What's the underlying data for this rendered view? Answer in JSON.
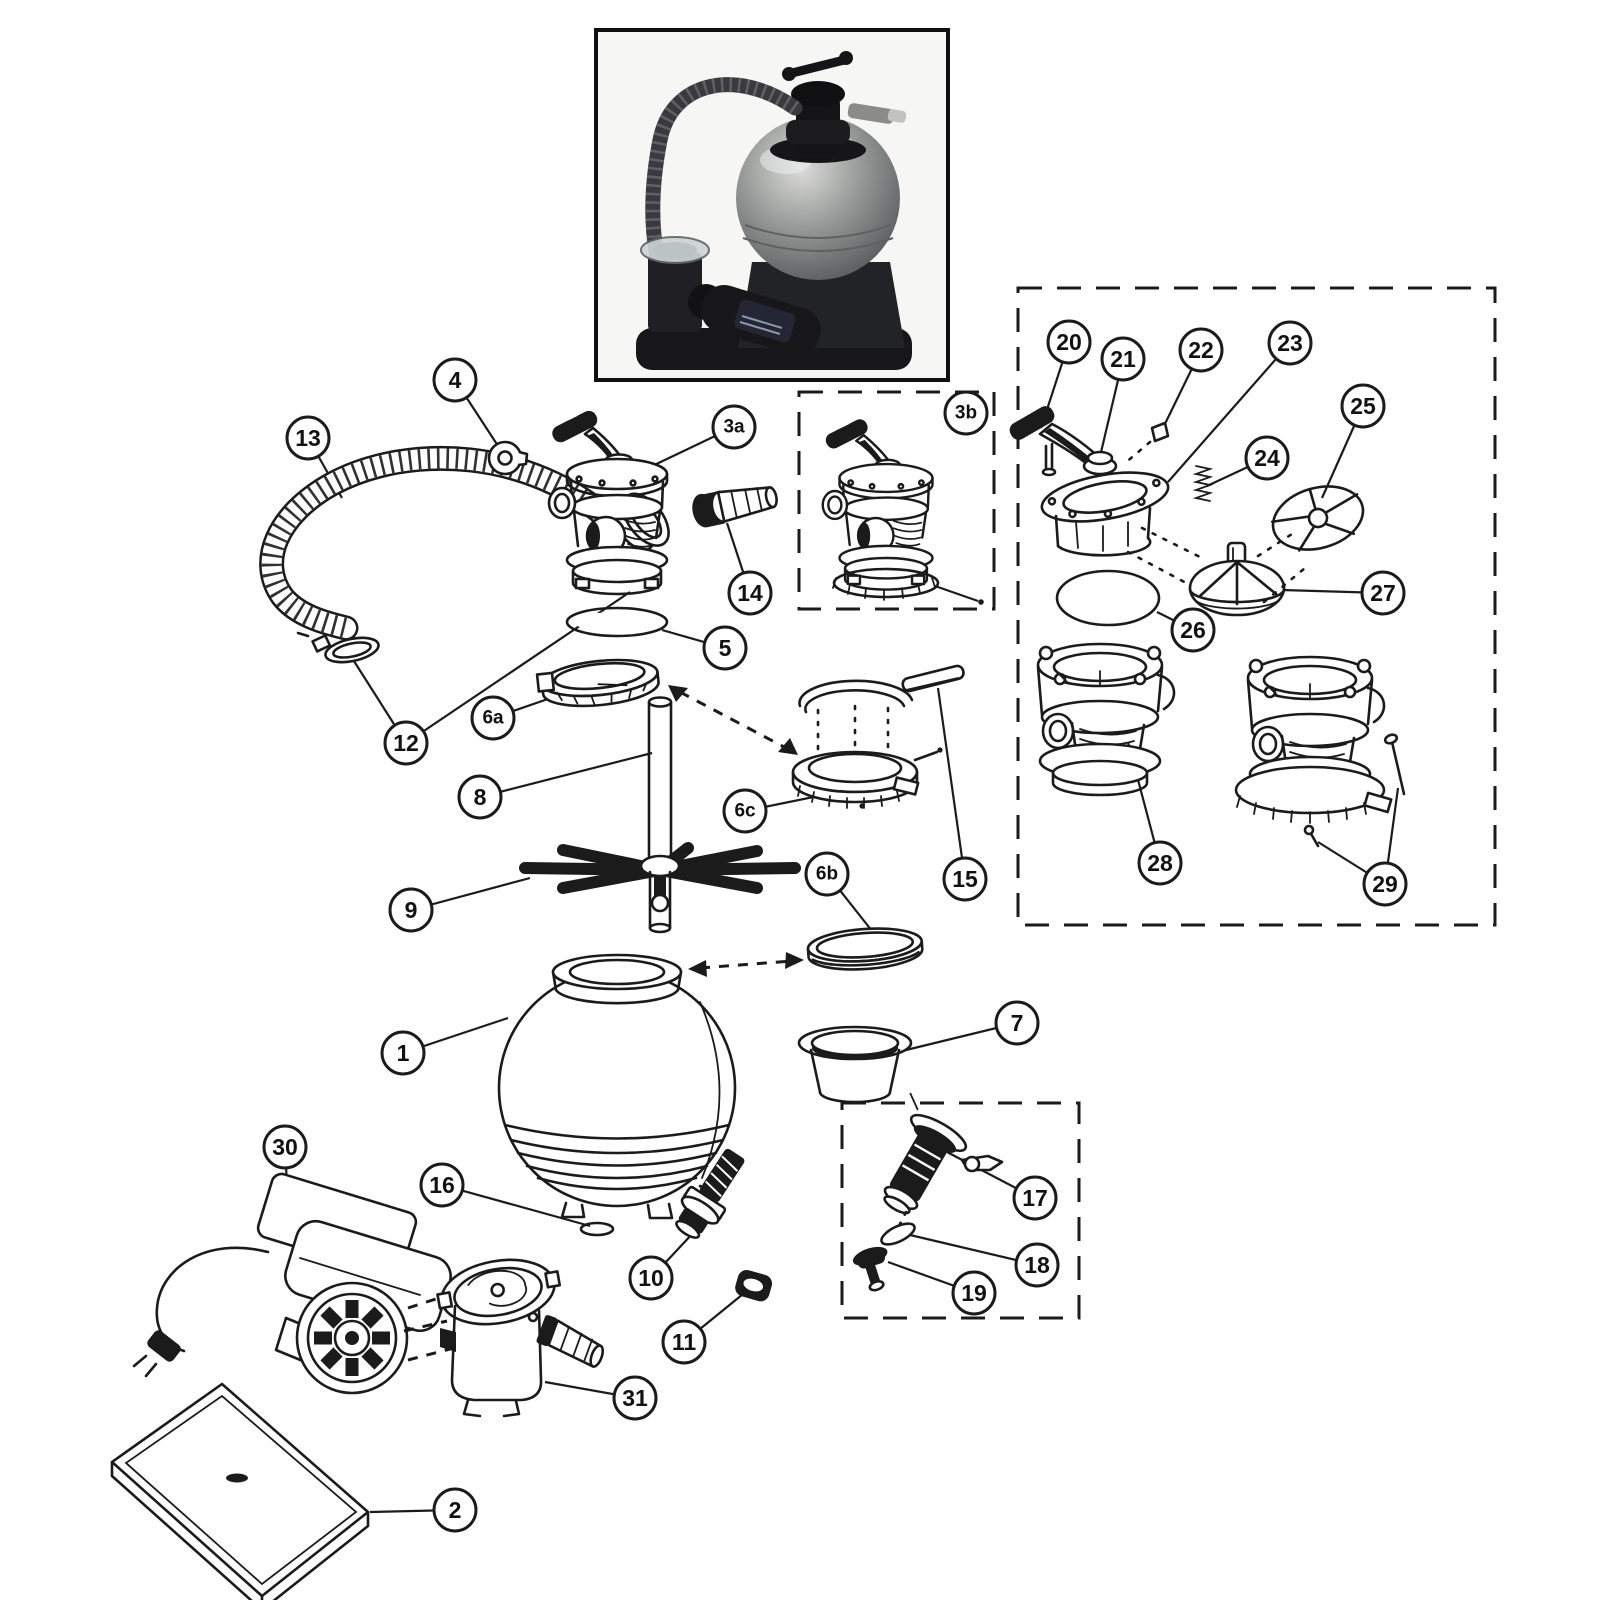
{
  "figure": {
    "type": "exploded-parts-diagram",
    "subject": "sand filter system parts diagram",
    "background": "#ffffff",
    "ink": "#1b1b1b"
  },
  "photo": {
    "bg": "#f6f6f4",
    "tank_gray": "#85898a",
    "equipment_black": "#17171a",
    "label_blue": "#a9d6e8"
  },
  "callouts": {
    "items": [
      {
        "label": "1"
      },
      {
        "label": "2"
      },
      {
        "label": "3a"
      },
      {
        "label": "3b"
      },
      {
        "label": "4"
      },
      {
        "label": "5"
      },
      {
        "label": "6a"
      },
      {
        "label": "6b"
      },
      {
        "label": "6c"
      },
      {
        "label": "7"
      },
      {
        "label": "8"
      },
      {
        "label": "9"
      },
      {
        "label": "10"
      },
      {
        "label": "11"
      },
      {
        "label": "12"
      },
      {
        "label": "13"
      },
      {
        "label": "14"
      },
      {
        "label": "15"
      },
      {
        "label": "16"
      },
      {
        "label": "17"
      },
      {
        "label": "18"
      },
      {
        "label": "19"
      },
      {
        "label": "20"
      },
      {
        "label": "21"
      },
      {
        "label": "22"
      },
      {
        "label": "23"
      },
      {
        "label": "24"
      },
      {
        "label": "25"
      },
      {
        "label": "26"
      },
      {
        "label": "27"
      },
      {
        "label": "28"
      },
      {
        "label": "29"
      },
      {
        "label": "30"
      },
      {
        "label": "31"
      }
    ]
  }
}
